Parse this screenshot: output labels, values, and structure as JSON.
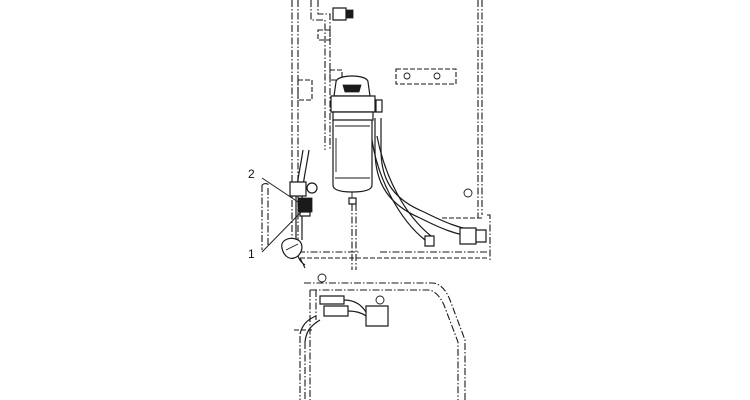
{
  "diagram": {
    "callouts": [
      {
        "id": "callout-2",
        "label": "2"
      },
      {
        "id": "callout-1",
        "label": "1"
      }
    ],
    "colors": {
      "line": "#1a1a1a",
      "background": "#ffffff"
    }
  }
}
